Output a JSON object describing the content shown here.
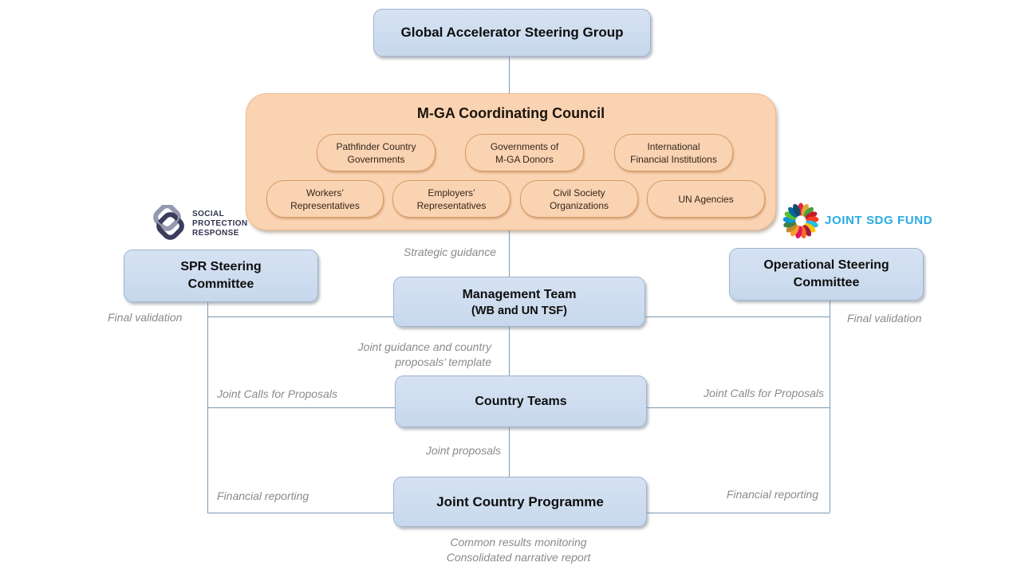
{
  "colors": {
    "blue_box_fill": "#CBDCF0",
    "blue_box_border": "#9FB4D0",
    "orange_fill": "#FAD3B3",
    "orange_pill_border": "#D89B61",
    "connector_line": "#7A98B4",
    "label_gray": "#8A8A8A",
    "sdg_blue": "#29ABE2",
    "spr_navy": "#31344F"
  },
  "boxes": {
    "global_steering": "Global Accelerator Steering Group",
    "spr_committee": "SPR Steering\nCommittee",
    "operational_committee": "Operational Steering\nCommittee",
    "management_line1": "Management Team",
    "management_line2": "(WB and UN TSF)",
    "country_teams": "Country Teams",
    "joint_country_programme": "Joint Country Programme"
  },
  "council": {
    "title": "M-GA Coordinating Council",
    "row1": [
      "Pathfinder Country\nGovernments",
      "Governments of\nM-GA Donors",
      "International\nFinancial Institutions"
    ],
    "row2": [
      "Workers’\nRepresentatives",
      "Employers’\nRepresentatives",
      "Civil Society\nOrganizations",
      "UN Agencies"
    ]
  },
  "labels": {
    "strategic_guidance": "Strategic guidance",
    "final_validation_left": "Final validation",
    "final_validation_right": "Final validation",
    "joint_guidance": "Joint guidance and country\nproposals’ template",
    "joint_calls_left": "Joint Calls for Proposals",
    "joint_calls_right": "Joint Calls for Proposals",
    "joint_proposals": "Joint proposals",
    "financial_reporting_left": "Financial reporting",
    "financial_reporting_right": "Financial reporting",
    "common_results": "Common results monitoring",
    "consolidated_report": "Consolidated narrative report"
  },
  "logos": {
    "spr": {
      "icon": "knot-icon",
      "line1": "SOCIAL",
      "line2": "PROTECTION",
      "line3": "RESPONSE"
    },
    "sdg": {
      "icon": "sdg-wheel-icon",
      "text": "JOINT SDG FUND",
      "wheel_colors": [
        "#E5243B",
        "#DDA63A",
        "#4C9F38",
        "#C5192D",
        "#FF3A21",
        "#26BDE2",
        "#FCC30B",
        "#A21942",
        "#FD6925",
        "#DD1367",
        "#FD9D24",
        "#BF8B2E",
        "#3F7E44",
        "#0A97D9",
        "#56C02B",
        "#00689D",
        "#19486A"
      ]
    }
  }
}
